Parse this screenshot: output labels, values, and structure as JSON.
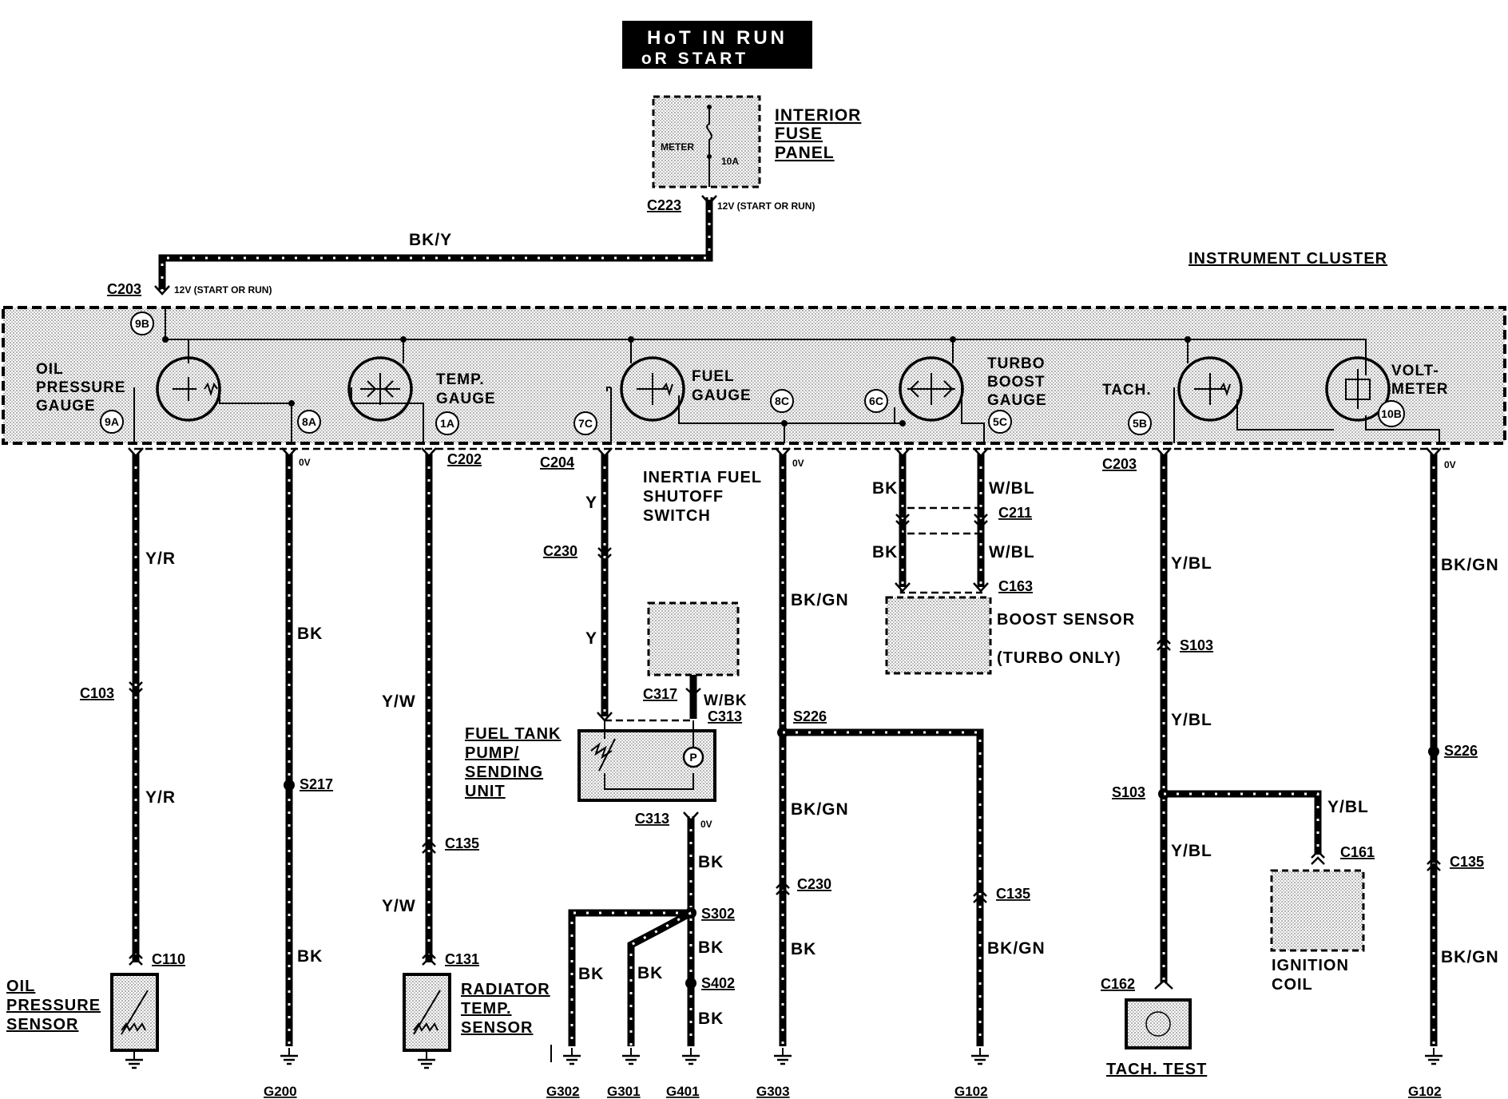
{
  "power_box": {
    "line1": "HoT IN RUN",
    "line2": "oR START"
  },
  "fuse_panel": {
    "label_lines": [
      "INTERIOR",
      "FUSE",
      "PANEL"
    ],
    "fuse_name": "METER",
    "fuse_rating": "10A"
  },
  "cluster": {
    "title": "INSTRUMENT CLUSTER"
  },
  "gauges": [
    {
      "label_lines": [
        "OIL",
        "PRESSURE",
        "GAUGE"
      ]
    },
    {
      "label_lines": [
        "TEMP.",
        "GAUGE"
      ]
    },
    {
      "label_lines": [
        "FUEL",
        "GAUGE"
      ]
    },
    {
      "label_lines": [
        "TURBO",
        "BOOST",
        "GAUGE"
      ]
    },
    {
      "label_lines": [
        "TACH."
      ]
    },
    {
      "label_lines": [
        "VOLT-",
        "METER"
      ]
    }
  ],
  "pins": [
    "9B",
    "9A",
    "8A",
    "1A",
    "7C",
    "8C",
    "6C",
    "5C",
    "5B",
    "10B"
  ],
  "connectors": [
    "C223",
    "C203",
    "C202",
    "C204",
    "C203",
    "C230",
    "C211",
    "C163",
    "C103",
    "C135",
    "C317",
    "C313",
    "C313",
    "S226",
    "S217",
    "S302",
    "S402",
    "C230",
    "C135",
    "S103",
    "C161",
    "S226",
    "C135",
    "C110",
    "C131",
    "C162"
  ],
  "wire_colors": [
    "BK/Y",
    "Y/R",
    "Y/R",
    "BK",
    "BK",
    "Y/W",
    "Y/W",
    "Y",
    "Y",
    "BK/GN",
    "BK/GN",
    "BK",
    "BK",
    "BK",
    "W/BL",
    "W/BL",
    "W/BK",
    "BK",
    "BK",
    "BK",
    "BK",
    "BK",
    "BK/GN",
    "Y/BL",
    "Y/BL",
    "Y/BL",
    "Y/BL",
    "BK/GN",
    "BK/GN"
  ],
  "voltages": {
    "fuse_out": "12V (START OR RUN)",
    "cluster_in": "12V (START OR RUN)",
    "zero": "0V"
  },
  "components": {
    "inertia_switch": [
      "INERTIA FUEL",
      "SHUTOFF",
      "SWITCH"
    ],
    "boost_sensor": [
      "BOOST SENSOR",
      "(TURBO ONLY)"
    ],
    "fuel_tank": [
      "FUEL TANK",
      "PUMP/",
      "SENDING",
      "UNIT"
    ],
    "oil_sensor": [
      "OIL",
      "PRESSURE",
      "SENSOR"
    ],
    "radiator_sensor": [
      "RADIATOR",
      "TEMP.",
      "SENSOR"
    ],
    "ignition_coil": [
      "IGNITION",
      "COIL"
    ],
    "tach_test": "TACH. TEST",
    "pump_symbol": "P"
  },
  "grounds": [
    "G200",
    "G302",
    "G301",
    "G401",
    "G303",
    "G102",
    "G102"
  ]
}
